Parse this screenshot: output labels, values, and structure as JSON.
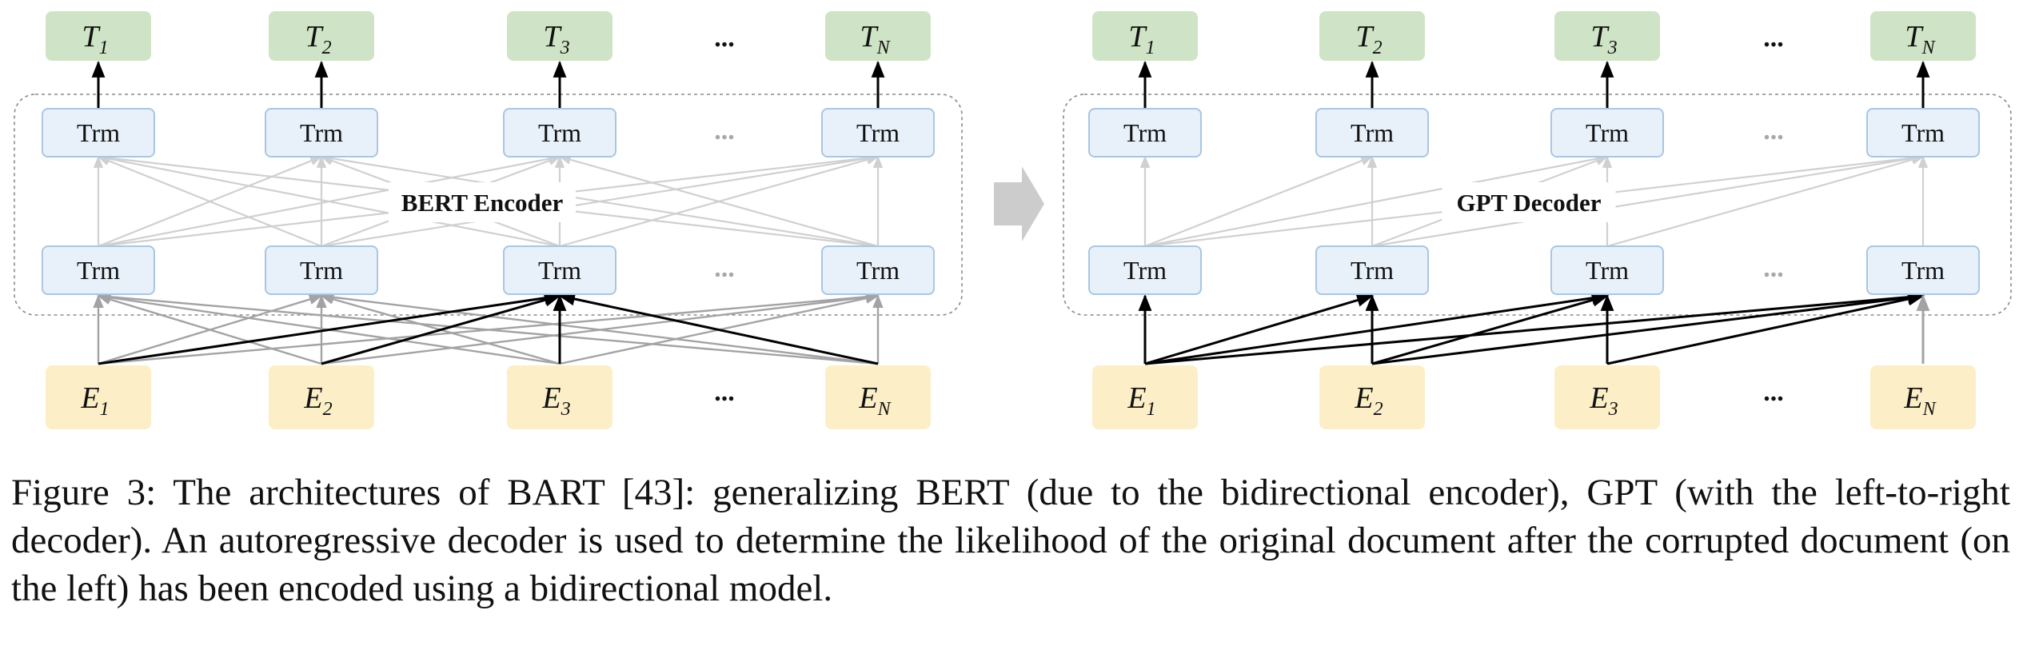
{
  "colors": {
    "output_fill": "#cfe4c6",
    "input_fill": "#fcefc7",
    "trm_fill": "#e8f1fa",
    "trm_stroke": "#a9c6e3",
    "bidirectional_line": "#a3a3a3",
    "attention_line_light": "#d0d0d0",
    "highlight_line": "#000000",
    "arrow_fill": "#cccccc"
  },
  "bert": {
    "title": "BERT Encoder",
    "trm_label": "Trm",
    "outputs": [
      {
        "letter": "T",
        "sub": "1"
      },
      {
        "letter": "T",
        "sub": "2"
      },
      {
        "letter": "T",
        "sub": "3"
      },
      {
        "letter": "T",
        "sub": "N"
      }
    ],
    "inputs": [
      {
        "letter": "E",
        "sub": "1"
      },
      {
        "letter": "E",
        "sub": "2"
      },
      {
        "letter": "E",
        "sub": "3"
      },
      {
        "letter": "E",
        "sub": "N"
      }
    ],
    "ellipsis": "..."
  },
  "gpt": {
    "title": "GPT Decoder",
    "trm_label": "Trm",
    "outputs": [
      {
        "letter": "T",
        "sub": "1"
      },
      {
        "letter": "T",
        "sub": "2"
      },
      {
        "letter": "T",
        "sub": "3"
      },
      {
        "letter": "T",
        "sub": "N"
      }
    ],
    "inputs": [
      {
        "letter": "E",
        "sub": "1"
      },
      {
        "letter": "E",
        "sub": "2"
      },
      {
        "letter": "E",
        "sub": "3"
      },
      {
        "letter": "E",
        "sub": "N"
      }
    ],
    "ellipsis": "..."
  },
  "caption": "Figure 3: The architectures of BART [43]: generalizing BERT (due to the bidirectional encoder), GPT (with the left-to-right decoder).  An autoregressive decoder is used to determine the likelihood of the original document after the corrupted document (on the left) has been encoded using a bidirectional model."
}
